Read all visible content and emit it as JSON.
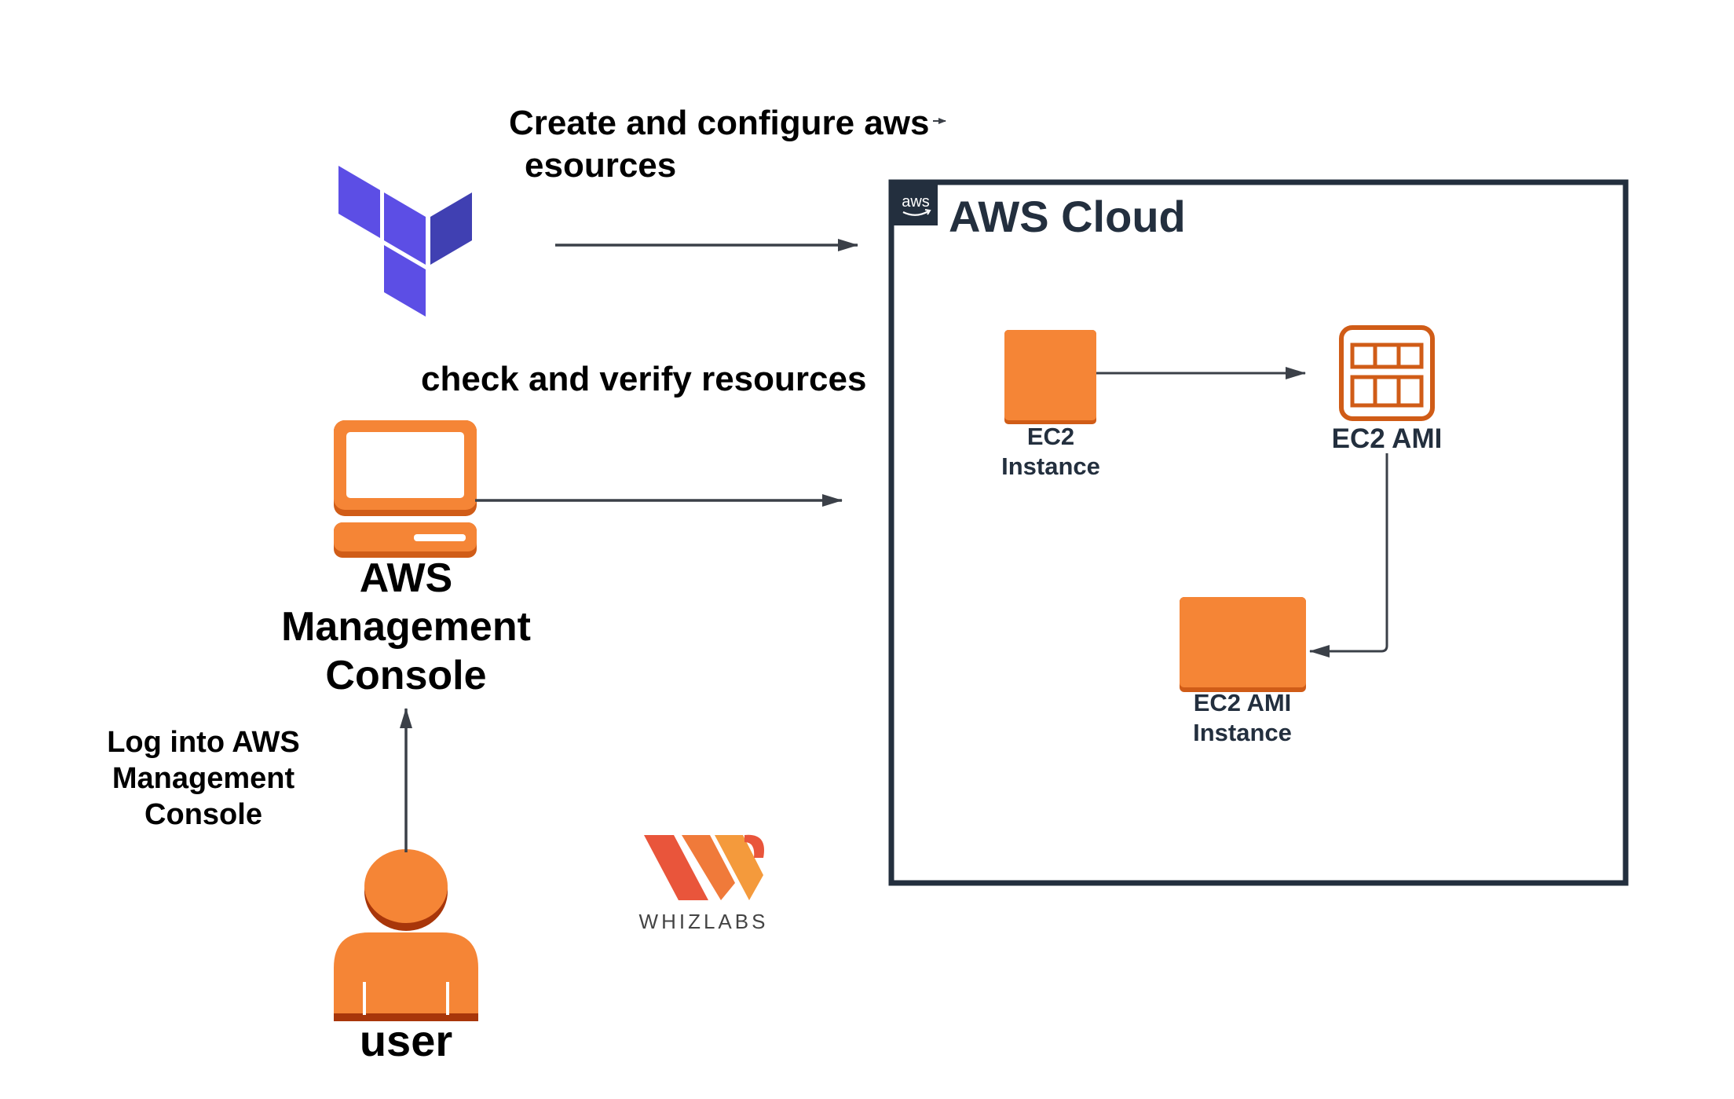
{
  "terraform": {
    "label_line1": "Create and configure aws",
    "label_line2": "esources",
    "color_primary": "#5c4ee5",
    "color_dark": "#4040b2"
  },
  "console": {
    "label_line1": "AWS",
    "label_line2": "Management",
    "label_line3": "Console",
    "action_label": "check and verify resources",
    "icon": "laptop-icon"
  },
  "user": {
    "label": "user",
    "action_line1": "Log into AWS",
    "action_line2": "Management",
    "action_line3": "Console",
    "icon": "user-icon"
  },
  "aws_cloud": {
    "title": "AWS Cloud",
    "badge_text": "aws",
    "border_color": "#232f3e",
    "nodes": {
      "ec2_instance": {
        "line1": "EC2",
        "line2": "Instance"
      },
      "ec2_ami": {
        "label": "EC2 AMI"
      },
      "ami_instance": {
        "line1": "EC2 AMI",
        "line2": "Instance"
      }
    }
  },
  "watermark": {
    "text": "WHIZLABS"
  },
  "colors": {
    "orange": "#f58536",
    "orange_dark": "#d05c17",
    "arrow": "#3b4048"
  }
}
